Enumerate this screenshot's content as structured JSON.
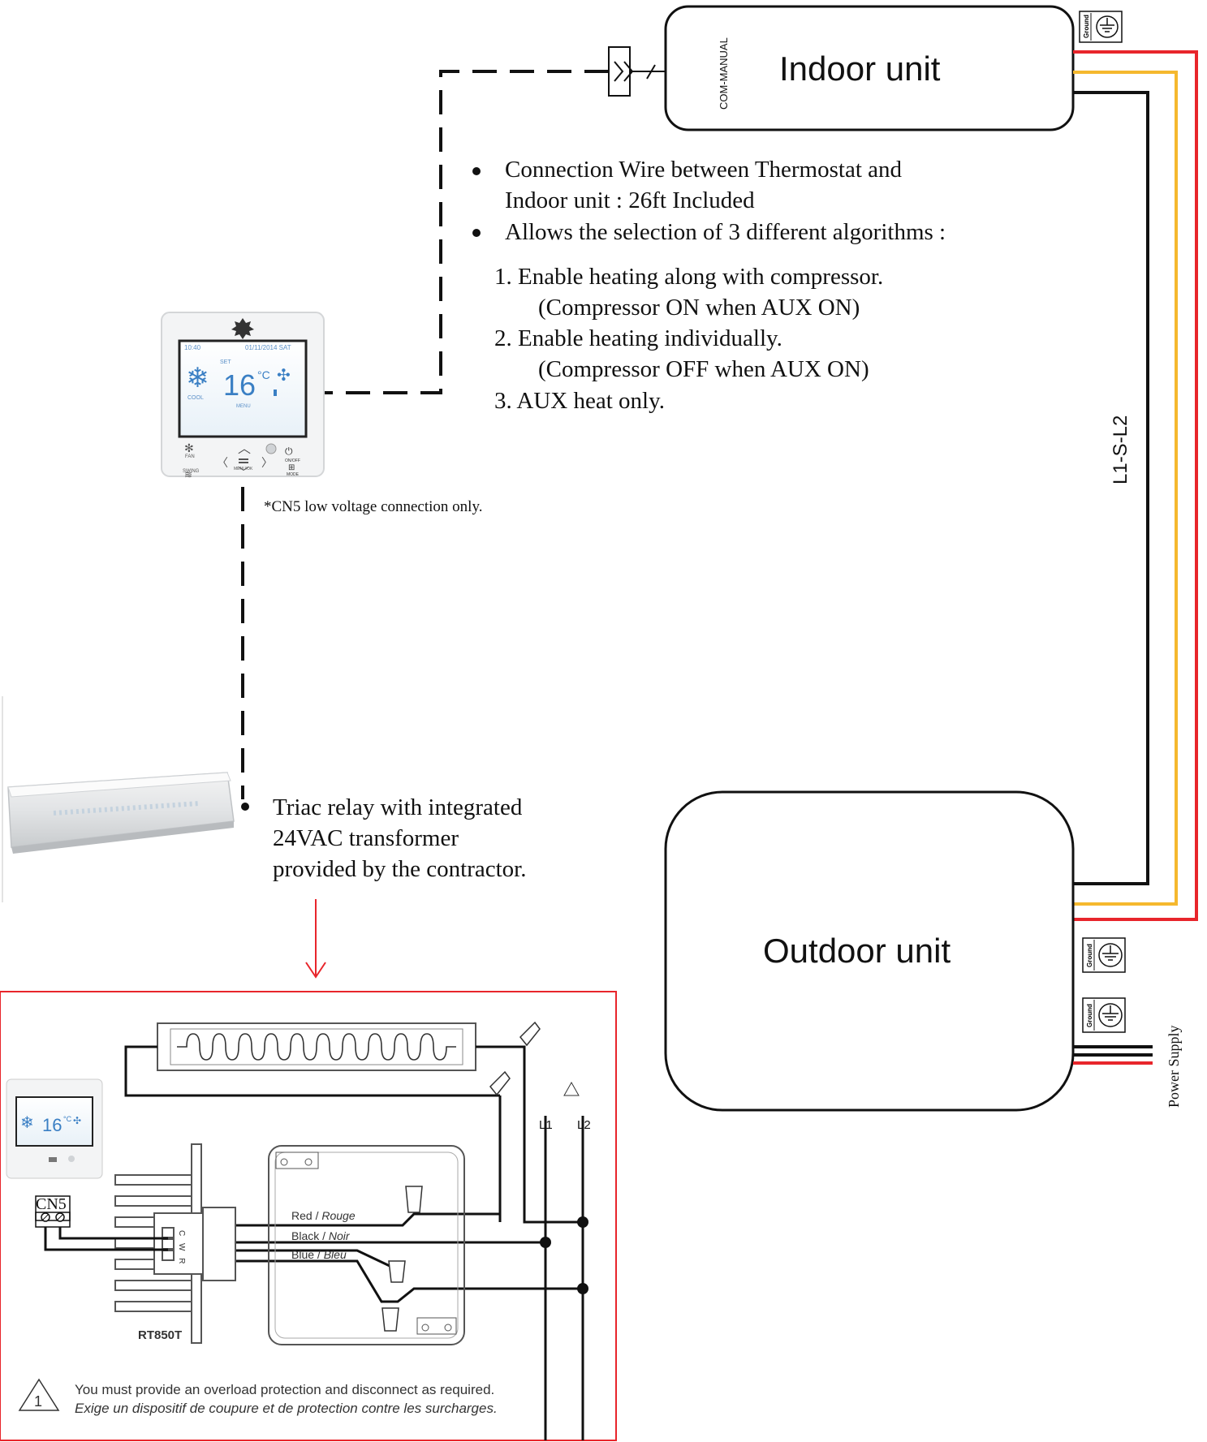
{
  "indoor_unit": {
    "label": "Indoor unit",
    "port_label": "COM-MANUAL"
  },
  "outdoor_unit": {
    "label": "Outdoor unit"
  },
  "ground_label": "Ground",
  "wire_label": "L1-S-L2",
  "power_supply_label": "Power Supply",
  "wire_colors": {
    "line1": "#e8252b",
    "line2": "#f5b82e",
    "line3": "#111111"
  },
  "notes": {
    "bullets": [
      "Connection Wire between Thermostat and",
      "Indoor unit  : 26ft Included",
      "Allows the selection of 3 different algorithms :"
    ],
    "numbered": [
      "1.  Enable heating along with compressor.",
      "(Compressor ON when AUX ON)",
      "2.  Enable heating individually.",
      "(Compressor OFF when AUX ON)",
      "3.  AUX heat only."
    ]
  },
  "thermostat": {
    "time": "10:40",
    "date": "01/11/2014 SAT",
    "set_label": "SET",
    "temperature": "16",
    "unit": "°C",
    "mode": "COOL",
    "menu": "MENU",
    "fan_label": "FAN",
    "swing_label": "SWING",
    "onoff_label": "ON/OFF",
    "mode_label": "MODE",
    "menuok_label": "MENU/OK"
  },
  "cn5_note": "*CN5 low voltage connection  only.",
  "heater_note": [
    "Triac relay with integrated",
    "24VAC transformer",
    "provided by the contractor."
  ],
  "wiring_diagram": {
    "cn5_label": "CN5",
    "cwr_label": "C W R",
    "model": "RT850T",
    "wire_red": "Red / ",
    "wire_red_fr": "Rouge",
    "wire_black": "Black / ",
    "wire_black_fr": "Noir",
    "wire_blue": "Blue / ",
    "wire_blue_fr": "Bleu",
    "l1": "L1",
    "l2": "L2",
    "warning_number": "1",
    "warning_en": "You must provide an overload protection and disconnect as required.",
    "warning_fr": "Exige un dispositif de coupure et de protection contre les surcharges."
  }
}
